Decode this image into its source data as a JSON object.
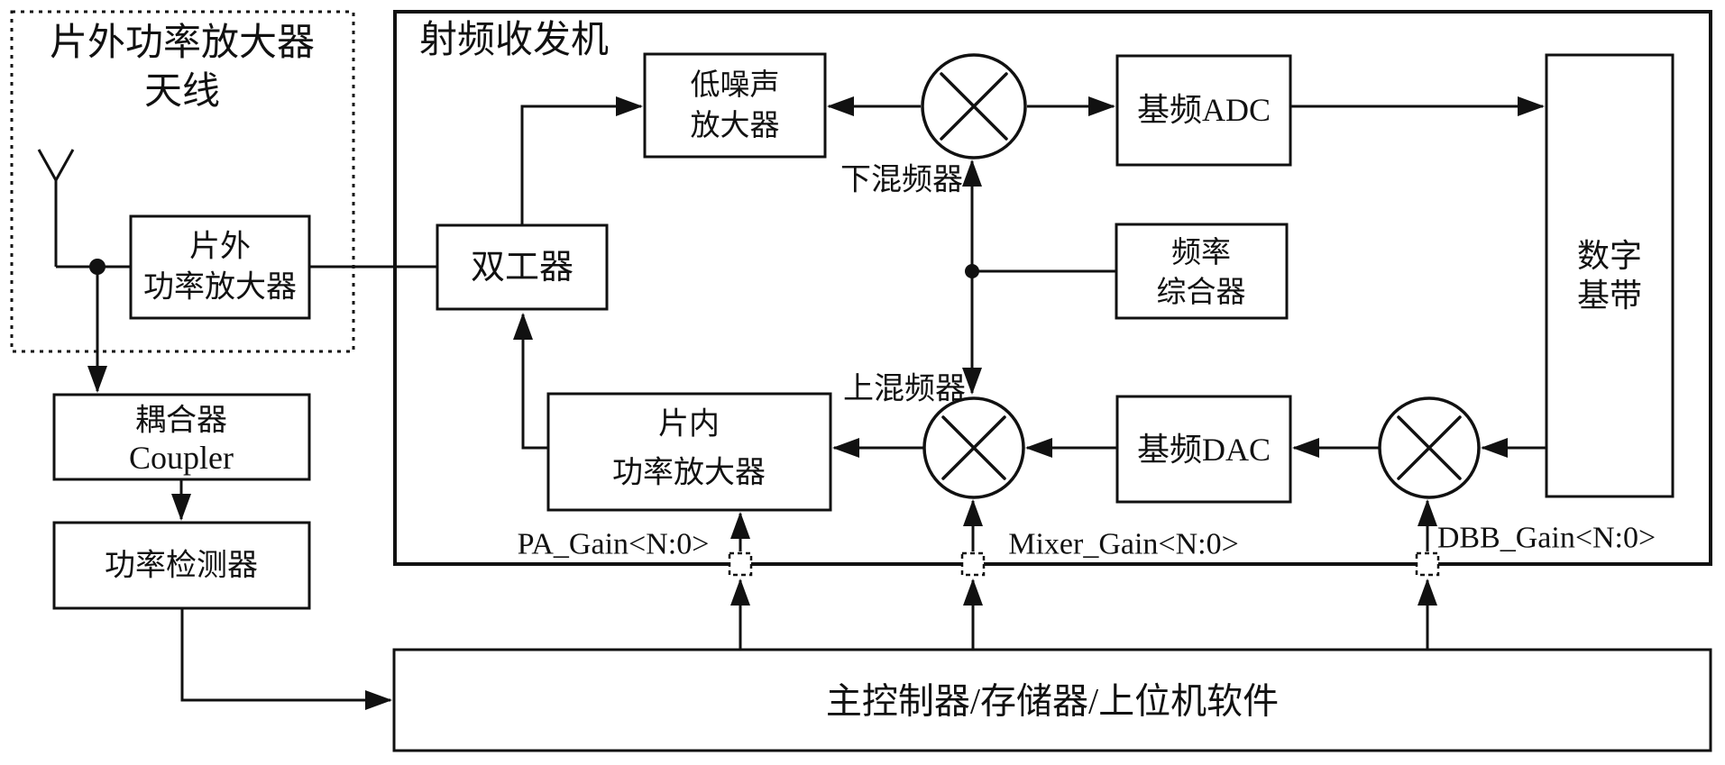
{
  "diagram": {
    "offchip_section": {
      "title_line1": "片外功率放大器",
      "title_line2": "天线"
    },
    "transceiver_title": "射频收发机",
    "nodes": {
      "offchip_pa": {
        "line1": "片外",
        "line2": "功率放大器"
      },
      "coupler": {
        "line1": "耦合器",
        "line2": "Coupler"
      },
      "power_detector": {
        "label": "功率检测器"
      },
      "duplexer": {
        "label": "双工器"
      },
      "lna": {
        "line1": "低噪声",
        "line2": "放大器"
      },
      "baseband_adc": {
        "label": "基频ADC"
      },
      "freq_synthesizer": {
        "line1": "频率",
        "line2": "综合器"
      },
      "baseband_dac": {
        "label": "基频DAC"
      },
      "onchip_pa": {
        "line1": "片内",
        "line2": "功率放大器"
      },
      "digital_baseband": {
        "line1": "数字",
        "line2": "基带"
      },
      "controller": {
        "label": "主控制器/存储器/上位机软件"
      }
    },
    "mixer_labels": {
      "down": "下混频器",
      "up": "上混频器"
    },
    "gain_signals": {
      "pa_gain": "PA_Gain<N:0>",
      "mixer_gain": "Mixer_Gain<N:0>",
      "dbb_gain": "DBB_Gain<N:0>"
    },
    "colors": {
      "stroke": "#111111",
      "shaded_fill": "#ececec",
      "background": "#ffffff"
    }
  }
}
